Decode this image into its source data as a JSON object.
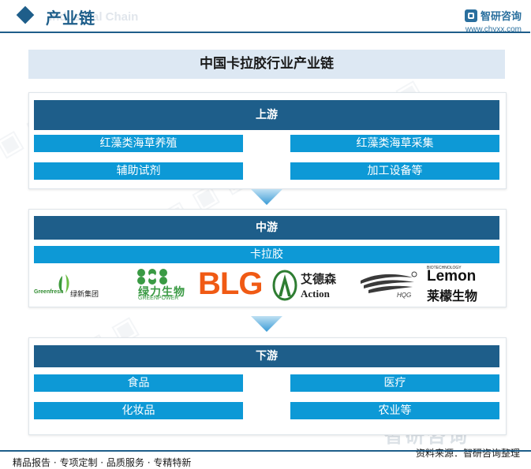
{
  "header": {
    "title": "产业链",
    "ghost_text": "Industrial Chain",
    "brand_name": "智研咨询",
    "brand_url": "www.chyxx.com"
  },
  "diagram": {
    "title": "中国卡拉胶行业产业链",
    "upstream": {
      "label": "上游",
      "items": [
        "红藻类海草养殖",
        "红藻类海草采集",
        "辅助试剂",
        "加工设备等"
      ]
    },
    "midstream": {
      "label": "中游",
      "product": "卡拉胶",
      "companies": [
        {
          "logo_text": "Greenfresh",
          "name": "绿新集团"
        },
        {
          "logo_text": "绿力生物",
          "name": "GREENPOWER"
        },
        {
          "logo_text": "BLG",
          "name": ""
        },
        {
          "logo_text": "艾德森",
          "name": "Action"
        },
        {
          "logo_text": "HQG",
          "name": ""
        },
        {
          "logo_text": "Lemon",
          "name": "莱檬生物",
          "tagline": "BIOTECHNOLOGY"
        }
      ]
    },
    "downstream": {
      "label": "下游",
      "items": [
        "食品",
        "医疗",
        "化妆品",
        "农业等"
      ]
    }
  },
  "footer": {
    "left": "精品报告 · 专项定制 · 品质服务 · 专精特新",
    "right": "资料来源：智研咨询整理",
    "bottom_brand": "智研咨询"
  },
  "colors": {
    "primary": "#1e5e8a",
    "item_blue": "#0d99d6",
    "title_bg": "#dde8f3"
  }
}
